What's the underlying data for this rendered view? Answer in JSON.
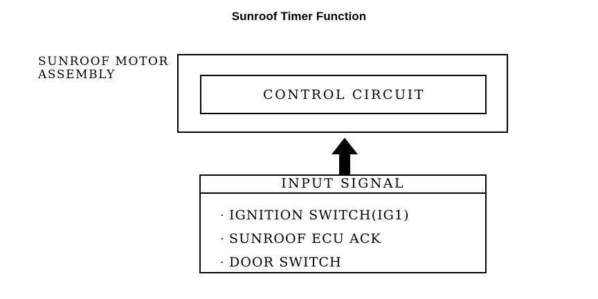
{
  "diagram": {
    "title": "Sunroof Timer Function",
    "assembly_label": {
      "line1": "SUNROOF MOTOR",
      "line2": "ASSEMBLY"
    },
    "control_box": {
      "label": "CONTROL CIRCUIT"
    },
    "arrow": {
      "name": "upward-arrow",
      "direction": "up"
    },
    "input_box": {
      "header": "INPUT SIGNAL",
      "bullet_char": "·",
      "items": [
        "IGNITION SWITCH(IG1)",
        "SUNROOF ECU ACK",
        "DOOR SWITCH"
      ]
    },
    "colors": {
      "ink": "#000000",
      "background": "#ffffff"
    }
  }
}
